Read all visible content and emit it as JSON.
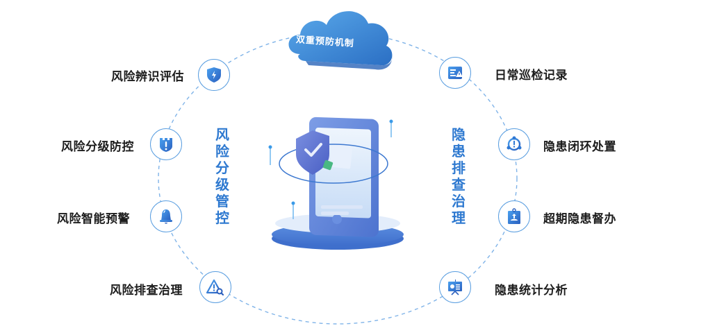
{
  "title": "双重预防机制",
  "colors": {
    "accent": "#2e79d0",
    "orbit": "#7fb3e8",
    "node_border": "#5a9ee0",
    "text": "#1d1d1d"
  },
  "left_group": {
    "title": "风险分级管控",
    "items": [
      {
        "label": "风险辨识评估",
        "icon": "shield-lightning-icon"
      },
      {
        "label": "风险分级防控",
        "icon": "shield-alert-icon"
      },
      {
        "label": "风险智能预警",
        "icon": "bell-icon"
      },
      {
        "label": "风险排查治理",
        "icon": "warning-search-icon"
      }
    ]
  },
  "right_group": {
    "title": "隐患排查治理",
    "items": [
      {
        "label": "日常巡检记录",
        "icon": "checklist-warning-icon"
      },
      {
        "label": "隐患闭环处置",
        "icon": "closed-loop-alert-icon"
      },
      {
        "label": "超期隐患督办",
        "icon": "clipboard-upload-icon"
      },
      {
        "label": "隐患统计分析",
        "icon": "presentation-chart-icon"
      }
    ]
  },
  "center": {
    "illustration": "phone-shield-check-icon"
  }
}
